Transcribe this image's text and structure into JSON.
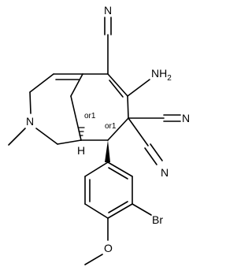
{
  "molecule": {
    "labels": {
      "nitrile_n": "N",
      "amine": "NH2",
      "ring_n": "N",
      "bromo": "Br",
      "methoxy_o": "O",
      "stereo_or1": "or1"
    }
  }
}
